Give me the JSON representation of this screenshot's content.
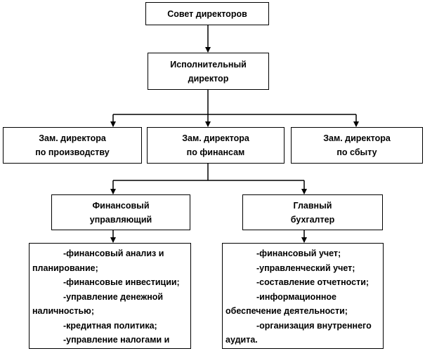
{
  "board": {
    "title": "Совет директоров"
  },
  "ceo": {
    "line1": "Исполнительный",
    "line2": "директор"
  },
  "deputies": [
    {
      "line1": "Зам. директора",
      "line2": "по производству"
    },
    {
      "line1": "Зам. директора",
      "line2": "по финансам"
    },
    {
      "line1": "Зам. директора",
      "line2": "по сбыту"
    }
  ],
  "finance_manager": {
    "line1": "Финансовый",
    "line2": "управляющий"
  },
  "chief_accountant": {
    "line1": "Главный",
    "line2": "бухгалтер"
  },
  "finance_tasks": [
    {
      "text": "-финансовый анализ и",
      "indent": true
    },
    {
      "text": "планирование;",
      "indent": false
    },
    {
      "text": "-финансовые инвестиции;",
      "indent": true
    },
    {
      "text": "-управление денежной",
      "indent": true
    },
    {
      "text": "наличностью;",
      "indent": false
    },
    {
      "text": "-кредитная политика;",
      "indent": true
    },
    {
      "text": "-управление налогами и",
      "indent": true
    }
  ],
  "accounting_tasks": [
    {
      "text": "-финансовый учет;",
      "indent": true
    },
    {
      "text": "-управленческий учет;",
      "indent": true
    },
    {
      "text": "-составление отчетности;",
      "indent": true
    },
    {
      "text": "-информационное",
      "indent": true
    },
    {
      "text": "обеспечение деятельности;",
      "indent": false
    },
    {
      "text": "-организация внутреннего",
      "indent": true
    },
    {
      "text": "аудита.",
      "indent": false
    }
  ]
}
